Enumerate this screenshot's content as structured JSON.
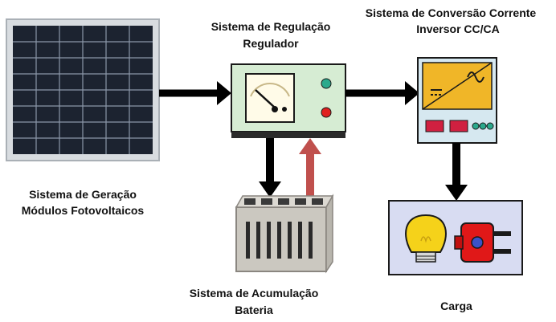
{
  "labels": {
    "generation_line1": "Sistema de Geração",
    "generation_line2": "Módulos Fotovoltaicos",
    "regulation_line1": "Sistema de Regulação",
    "regulation_line2": "Regulador",
    "conversion_line1": "Sistema de Conversão  Corrente",
    "conversion_line2": "Inversor CC/CA",
    "storage_line1": "Sistema de Acumulação",
    "storage_line2": "Bateria",
    "load_line1": "Carga"
  },
  "colors": {
    "arrow_main": "#000000",
    "arrow_charge": "#c0504d",
    "regulator_body": "#d6ecd3",
    "inverter_body": "#d6e8f0",
    "inverter_panel": "#f0b628",
    "load_panel": "#d8dcf2",
    "battery_body": "#cbc8c0",
    "panel_cell": "#1c2330",
    "indicator_red": "#e02020",
    "indicator_teal": "#2aa98c",
    "bulb_yellow": "#f5d21a",
    "plug_red": "#e01818"
  },
  "icons": {
    "solar_panel": "solar-panel-icon",
    "regulator": "charge-regulator-icon",
    "inverter": "dc-ac-inverter-icon",
    "battery": "battery-icon",
    "bulb": "light-bulb-icon",
    "plug": "power-plug-icon"
  }
}
